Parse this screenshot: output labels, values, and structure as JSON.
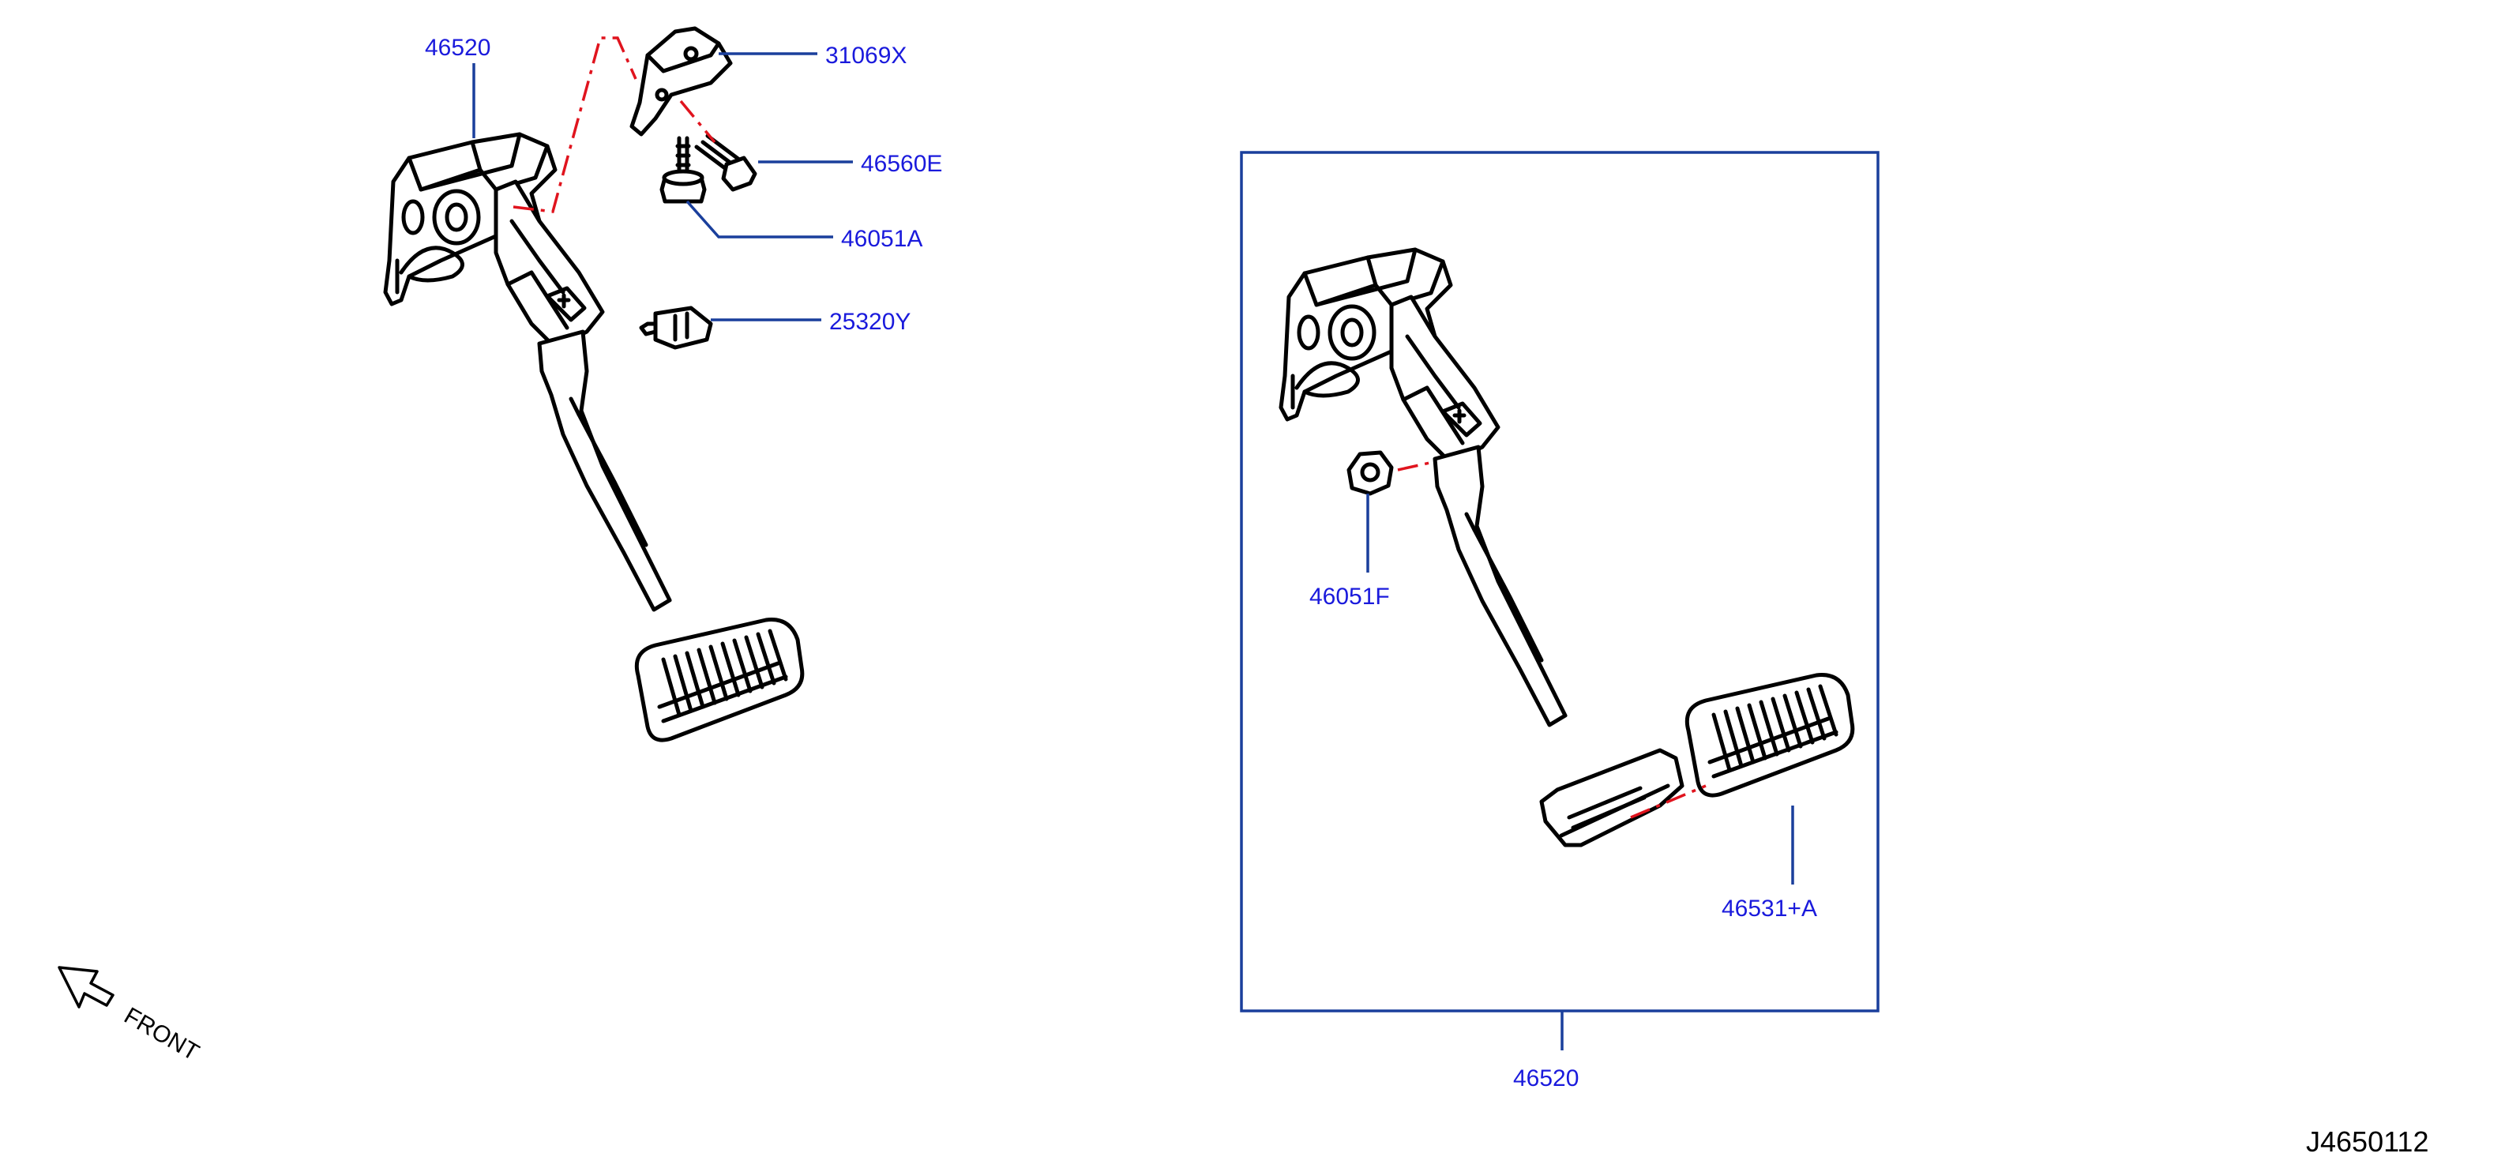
{
  "diagram_id": "J4650112",
  "front_label": "FRONT",
  "colors": {
    "part_number": "#1a1adc",
    "leader": "#1a3f9c",
    "phantom_line": "#e0141e",
    "drawing": "#000000",
    "background": "#ffffff"
  },
  "callouts": {
    "pedal_assembly_left": "46520",
    "bracket": "31069X",
    "bolt": "46560E",
    "nut_left": "46051A",
    "switch": "25320Y",
    "nut_right": "46051F",
    "pedal_pad": "46531+A",
    "pedal_assembly_kit": "46520"
  },
  "icons": {
    "front_arrow": "front-arrow-icon"
  }
}
